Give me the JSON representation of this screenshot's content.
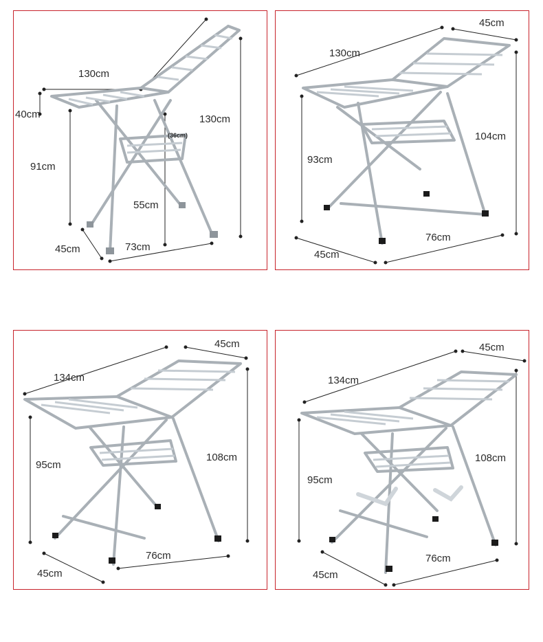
{
  "frame_color": "#c7222a",
  "panels": [
    {
      "name": "panel-1",
      "labels": {
        "length": "130cm",
        "width": "40cm",
        "wing": "130cm",
        "shelf_gap": "(36cm)",
        "height": "91cm",
        "shelf_height": "55cm",
        "base_depth": "45cm",
        "base_width": "73cm"
      }
    },
    {
      "name": "panel-2",
      "labels": {
        "length": "130cm",
        "wing_width": "45cm",
        "total_height": "104cm",
        "height": "93cm",
        "base_depth": "45cm",
        "base_width": "76cm"
      }
    },
    {
      "name": "panel-3",
      "labels": {
        "length": "134cm",
        "wing_width": "45cm",
        "height": "95cm",
        "total_height": "108cm",
        "base_depth": "45cm",
        "base_width": "76cm"
      }
    },
    {
      "name": "panel-4",
      "labels": {
        "length": "134cm",
        "wing_width": "45cm",
        "height": "95cm",
        "total_height": "108cm",
        "base_depth": "45cm",
        "base_width": "76cm"
      }
    }
  ]
}
